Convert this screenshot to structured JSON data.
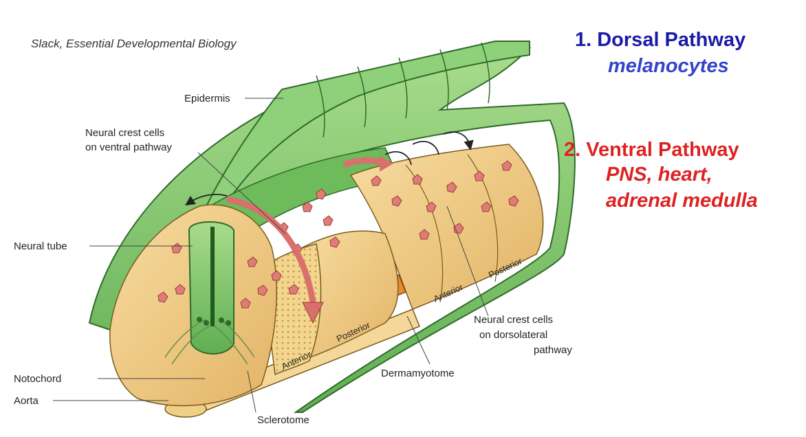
{
  "citation": "Slack, Essential Developmental Biology",
  "dorsal": {
    "title": "1. Dorsal Pathway",
    "subtitle": "melanocytes",
    "title_color": "#1a1aa8",
    "subtitle_color": "#3344cc"
  },
  "ventral": {
    "title": "2. Ventral Pathway",
    "subtitle_line1": "PNS, heart,",
    "subtitle_line2": "adrenal medulla",
    "color": "#dd2222"
  },
  "labels": {
    "epidermis": "Epidermis",
    "neural_crest_ventral_line1": "Neural crest cells",
    "neural_crest_ventral_line2": "on ventral pathway",
    "neural_tube": "Neural tube",
    "notochord": "Notochord",
    "aorta": "Aorta",
    "sclerotome": "Sclerotome",
    "dermamyotome": "Dermamyotome",
    "neural_crest_dorsal_line1": "Neural crest cells",
    "neural_crest_dorsal_line2": "on dorsolateral",
    "neural_crest_dorsal_line3": "pathway",
    "anterior_front": "Anterior",
    "posterior_front": "Posterior",
    "anterior_back": "Anterior",
    "posterior_back": "Posterior"
  },
  "colors": {
    "epidermis_green": "#7cc46a",
    "tissue_tan": "#f0c878",
    "cell_pink": "#e07c78",
    "arrow": "#d9706e"
  }
}
